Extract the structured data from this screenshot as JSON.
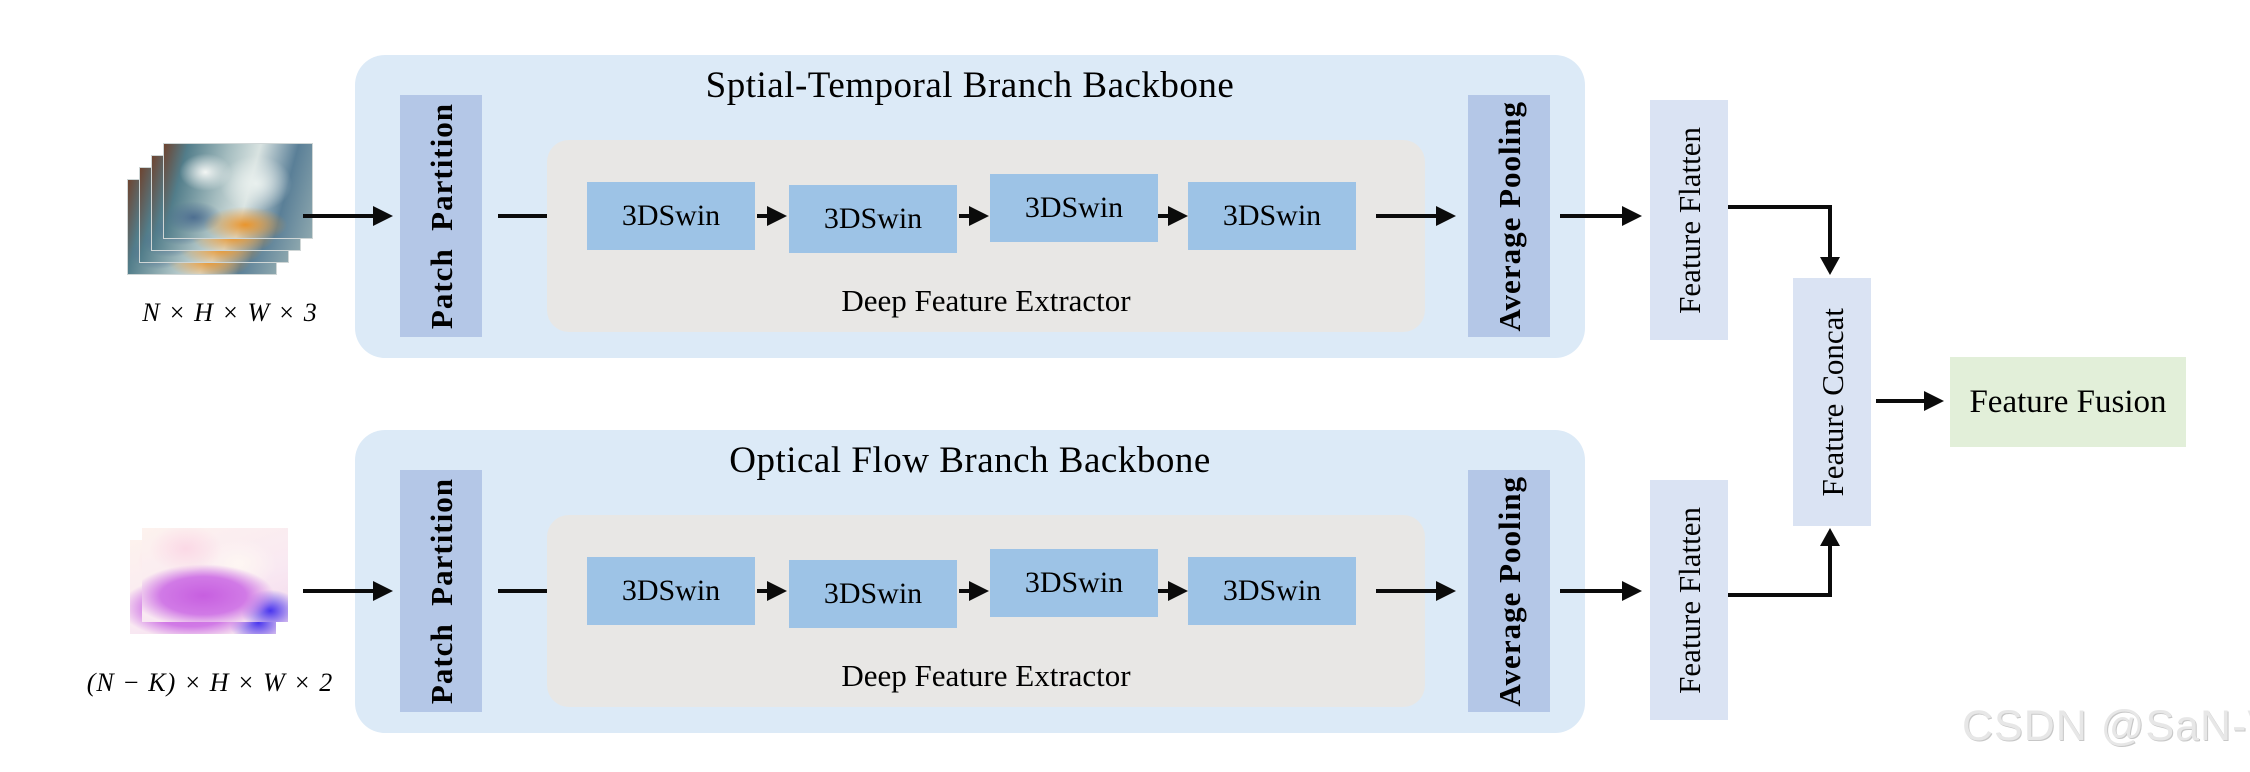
{
  "diagram": {
    "branches": [
      {
        "title": "Sptial-Temporal Branch Backbone",
        "input_label": "N × H × W × 3",
        "patch_partition_label": "Patch  Partition",
        "extractor_label": "Deep Feature Extractor",
        "swin_blocks": [
          "3DSwin",
          "3DSwin",
          "3DSwin",
          "3DSwin"
        ],
        "avg_pooling_label": "Average Pooling",
        "feature_flatten_label": "Feature Flatten"
      },
      {
        "title": "Optical Flow Branch Backbone",
        "input_label": "(N − K) × H × W × 2",
        "patch_partition_label": "Patch  Partition",
        "extractor_label": "Deep Feature Extractor",
        "swin_blocks": [
          "3DSwin",
          "3DSwin",
          "3DSwin",
          "3DSwin"
        ],
        "avg_pooling_label": "Average Pooling",
        "feature_flatten_label": "Feature Flatten"
      }
    ],
    "fusion": {
      "feature_concat_label": "Feature Concat",
      "feature_fusion_label": "Feature Fusion"
    },
    "watermark": "CSDN @SaN-V",
    "colors": {
      "branch_container": "#dceaf7",
      "partition_pooling_box": "#b4c7e7",
      "swin_block": "#9dc3e6",
      "extractor_box": "#e8e7e5",
      "flatten_concat_box": "#dae3f3",
      "fusion_box": "#e2efd9",
      "arrow": "#0b0b0b",
      "watermark_text": "#e7e7e7"
    }
  }
}
